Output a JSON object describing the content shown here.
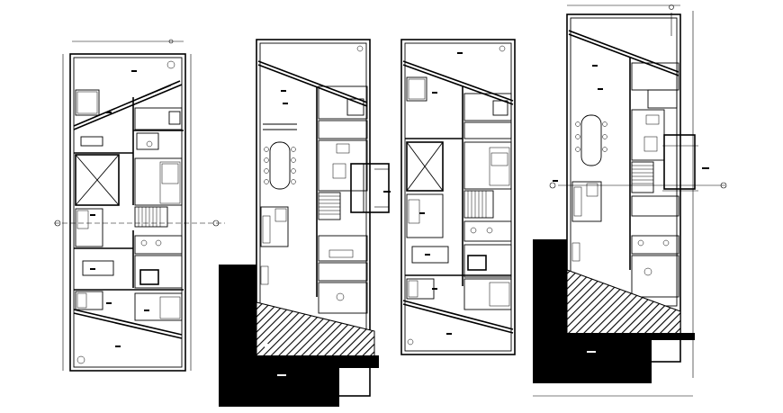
{
  "drawing": {
    "type": "architectural floor plans",
    "sheet_count": 4,
    "colors": {
      "ink": "#000000",
      "paper": "#ffffff"
    },
    "plans": [
      {
        "name": "plan-1",
        "label": ""
      },
      {
        "name": "plan-2",
        "label": ""
      },
      {
        "name": "plan-3",
        "label": ""
      },
      {
        "name": "plan-4",
        "label": ""
      }
    ]
  }
}
